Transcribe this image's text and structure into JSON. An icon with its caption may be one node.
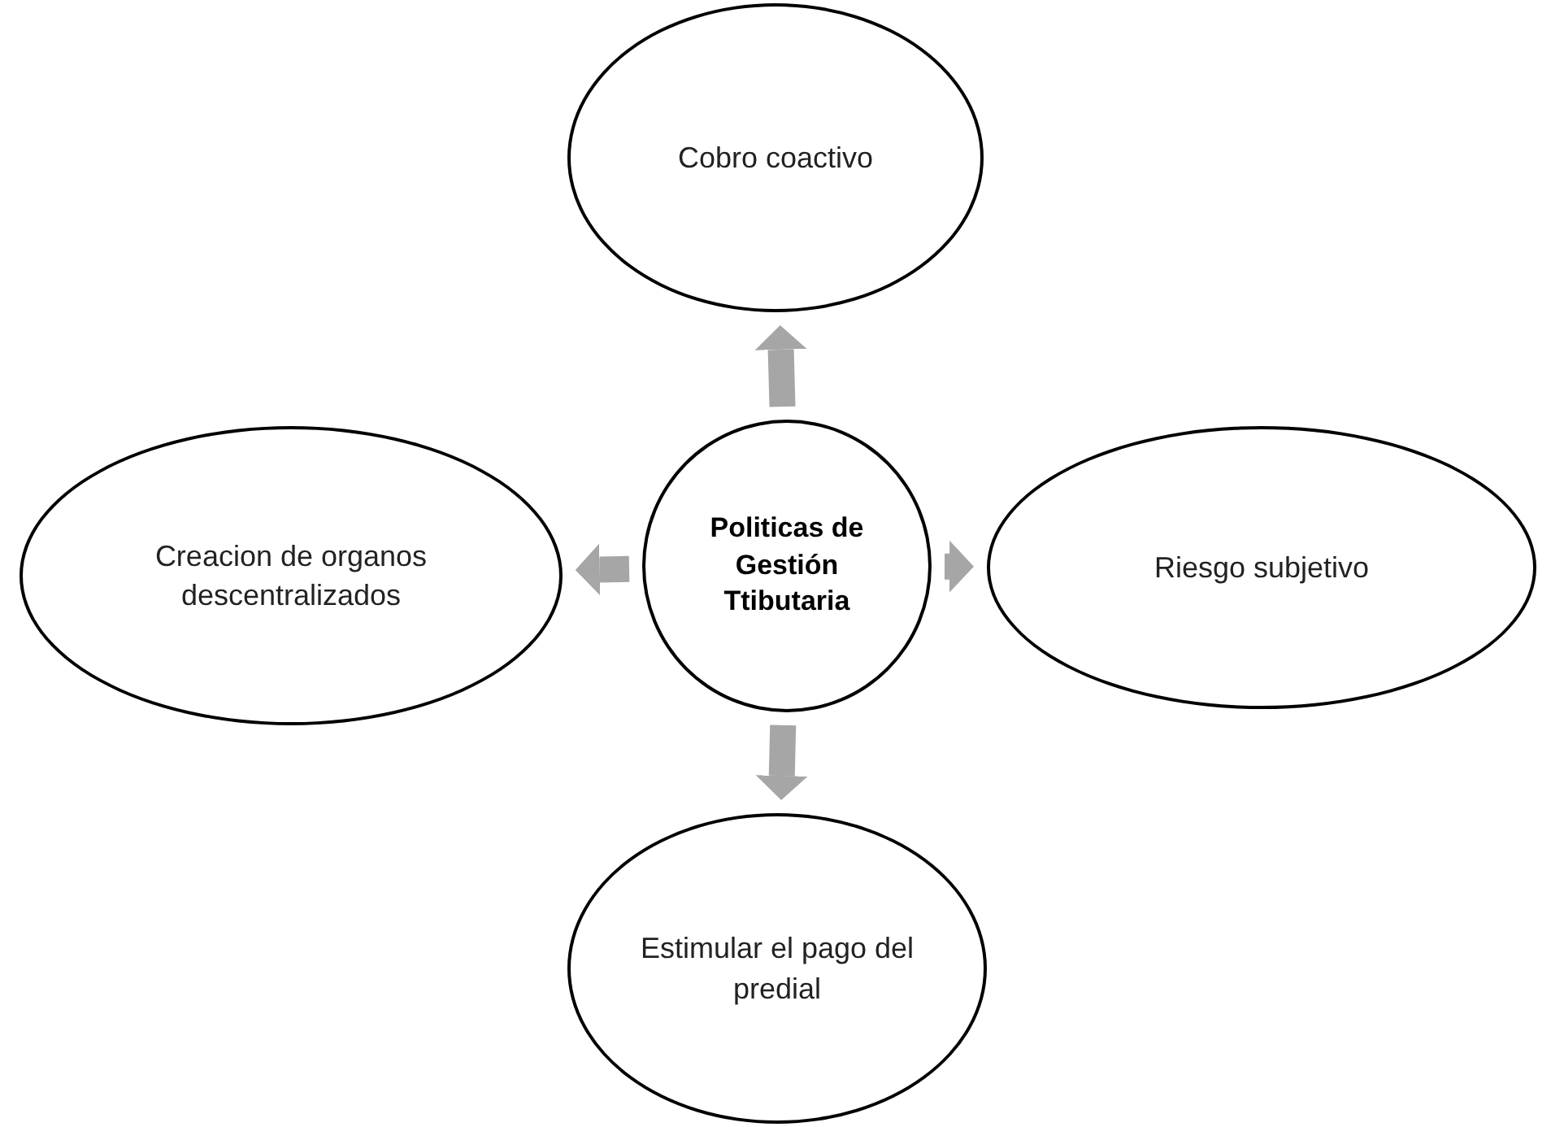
{
  "diagram": {
    "nodes": [
      {
        "text": [
          "Cobro coactivo"
        ]
      },
      {
        "text": [
          "Creacion de organos descentralizados"
        ]
      },
      {
        "text": [
          "Politicas de Gestión Ttibutaria"
        ]
      },
      {
        "text": [
          "Riesgo subjetivo"
        ]
      },
      {
        "text": [
          "Estimular el pago del predial"
        ]
      }
    ],
    "edges": [
      {
        "from": 2,
        "to": 0,
        "arrow": "to"
      },
      {
        "from": 2,
        "to": 1,
        "arrow": "to"
      },
      {
        "from": 2,
        "to": 3,
        "arrow": "to"
      },
      {
        "from": 2,
        "to": 4,
        "arrow": "to"
      }
    ]
  }
}
